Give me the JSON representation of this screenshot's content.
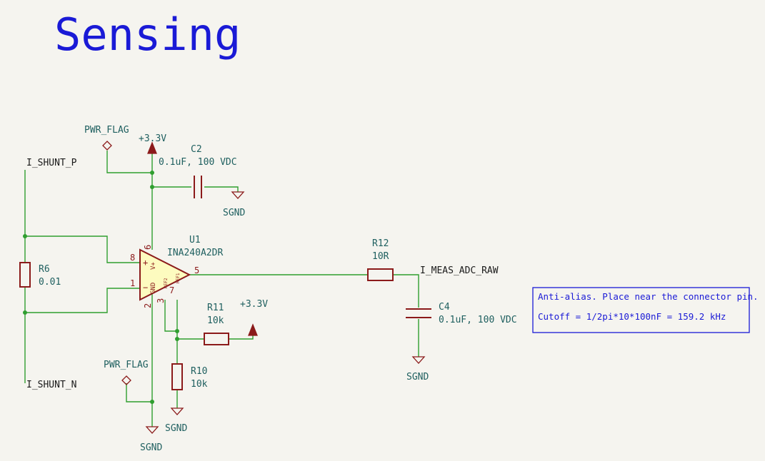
{
  "title": "Sensing",
  "components": {
    "u1": {
      "ref": "U1",
      "value": "INA240A2DR",
      "pins": {
        "p8": "8",
        "p1": "1",
        "p6": "6",
        "p2": "2",
        "p3": "3",
        "p7": "7",
        "p5": "5"
      },
      "symbols": {
        "plus": "+",
        "minus": "−",
        "vplus": "V+",
        "gnd": "GND",
        "ref1": "REF1",
        "ref2": "REF2"
      }
    },
    "r6": {
      "ref": "R6",
      "value": "0.01"
    },
    "r10": {
      "ref": "R10",
      "value": "10k"
    },
    "r11": {
      "ref": "R11",
      "value": "10k"
    },
    "r12": {
      "ref": "R12",
      "value": "10R"
    },
    "c2": {
      "ref": "C2",
      "value": "0.1uF, 100 VDC"
    },
    "c4": {
      "ref": "C4",
      "value": "0.1uF, 100 VDC"
    }
  },
  "nets": {
    "shunt_p": "I_SHUNT_P",
    "shunt_n": "I_SHUNT_N",
    "meas": "I_MEAS_ADC_RAW",
    "pwr_flag_top": "PWR_FLAG",
    "pwr_flag_bottom": "PWR_FLAG",
    "v33_top": "+3.3V",
    "v33_r11": "+3.3V",
    "sgnd_c2": "SGND",
    "sgnd_r10": "SGND",
    "sgnd_u1": "SGND",
    "sgnd_c4": "SGND"
  },
  "note": {
    "line1": "Anti-alias. Place near the connector pin.",
    "line2": "Cutoff = 1/2pi*10*100nF = 159.2 kHz"
  },
  "colors": {
    "wire": "#2f9e2f",
    "component": "#8b1a1a",
    "label": "#1e5f5f",
    "title": "#1a1ad6",
    "opamp_fill": "#fdfbbf",
    "background": "#f5f4ef"
  }
}
